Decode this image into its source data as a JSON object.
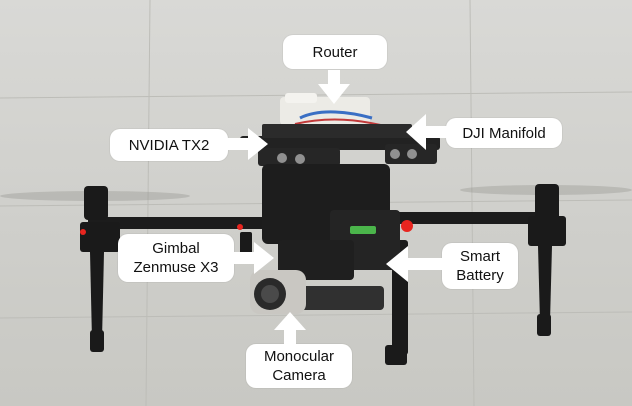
{
  "labels": {
    "router": "Router",
    "nvidia": "NVIDIA TX2",
    "manifold": "DJI Manifold",
    "gimbal_line1": "Gimbal",
    "gimbal_line2": "Zenmuse X3",
    "battery_line1": "Smart",
    "battery_line2": "Battery",
    "camera_line1": "Monocular",
    "camera_line2": "Camera"
  },
  "colors": {
    "label_background": "#ffffff",
    "drone_frame": "#1c1c1c",
    "status_led": "#e8251f",
    "background_wall": "#d6d6d2"
  }
}
